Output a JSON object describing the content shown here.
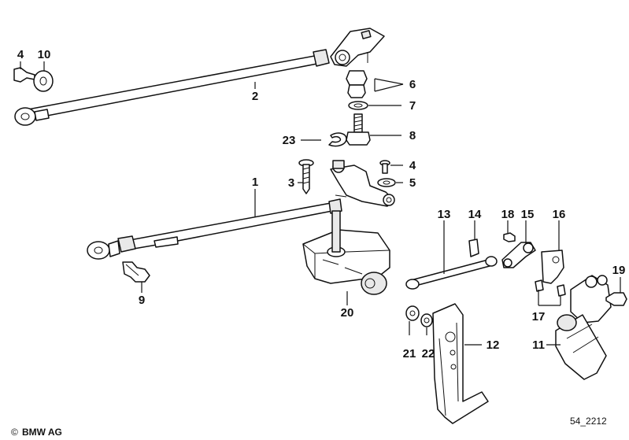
{
  "callouts": [
    {
      "id": "c4a",
      "label": "4"
    },
    {
      "id": "c10",
      "label": "10"
    },
    {
      "id": "c2",
      "label": "2"
    },
    {
      "id": "c6",
      "label": "6"
    },
    {
      "id": "c7",
      "label": "7"
    },
    {
      "id": "c8",
      "label": "8"
    },
    {
      "id": "c23",
      "label": "23"
    },
    {
      "id": "c4b",
      "label": "4"
    },
    {
      "id": "c3",
      "label": "3"
    },
    {
      "id": "c5",
      "label": "5"
    },
    {
      "id": "c1",
      "label": "1"
    },
    {
      "id": "c13",
      "label": "13"
    },
    {
      "id": "c14",
      "label": "14"
    },
    {
      "id": "c18",
      "label": "18"
    },
    {
      "id": "c15",
      "label": "15"
    },
    {
      "id": "c16",
      "label": "16"
    },
    {
      "id": "c19",
      "label": "19"
    },
    {
      "id": "c9",
      "label": "9"
    },
    {
      "id": "c20",
      "label": "20"
    },
    {
      "id": "c17",
      "label": "17"
    },
    {
      "id": "c11",
      "label": "11"
    },
    {
      "id": "c12",
      "label": "12"
    },
    {
      "id": "c21",
      "label": "21"
    },
    {
      "id": "c22",
      "label": "22"
    }
  ],
  "footer": {
    "copyright_symbol": "©",
    "copyright_text": "BMW AG",
    "diagram_code": "54_2212"
  }
}
